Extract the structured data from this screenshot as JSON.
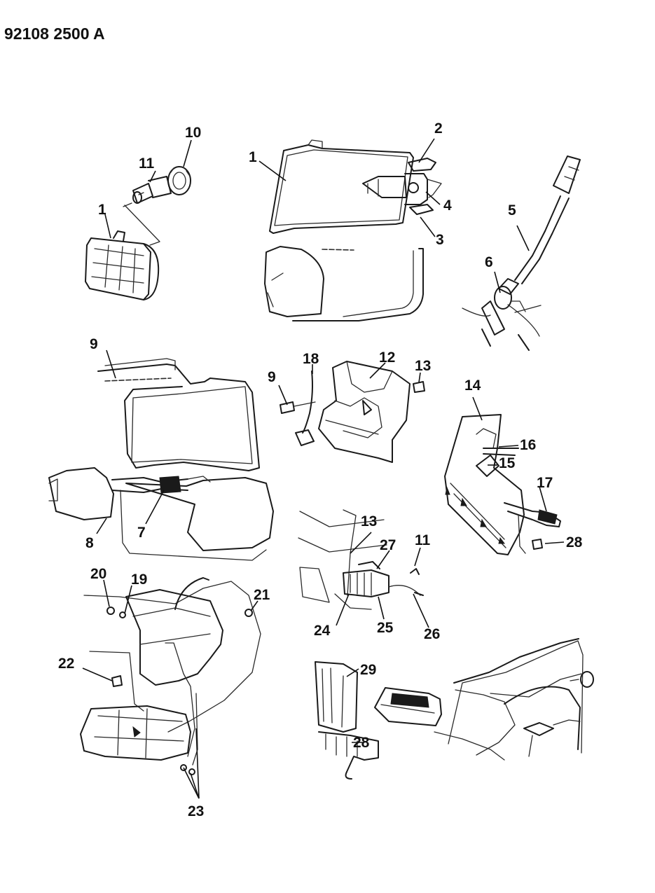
{
  "document_number": "92108 2500 A",
  "callouts": {
    "c1a": "1",
    "c10": "10",
    "c11a": "11",
    "c1b": "1",
    "c2": "2",
    "c4": "4",
    "c3": "3",
    "c5": "5",
    "c6": "6",
    "c9a": "9",
    "c7": "7",
    "c8": "8",
    "c9b": "9",
    "c18": "18",
    "c12": "12",
    "c13a": "13",
    "c14": "14",
    "c16": "16",
    "c15": "15",
    "c17": "17",
    "c28a": "28",
    "c13b": "13",
    "c27": "27",
    "c11b": "11",
    "c24": "24",
    "c25": "25",
    "c26": "26",
    "c20": "20",
    "c19": "19",
    "c21": "21",
    "c22": "22",
    "c23": "23",
    "c29": "29",
    "c28b": "28"
  }
}
